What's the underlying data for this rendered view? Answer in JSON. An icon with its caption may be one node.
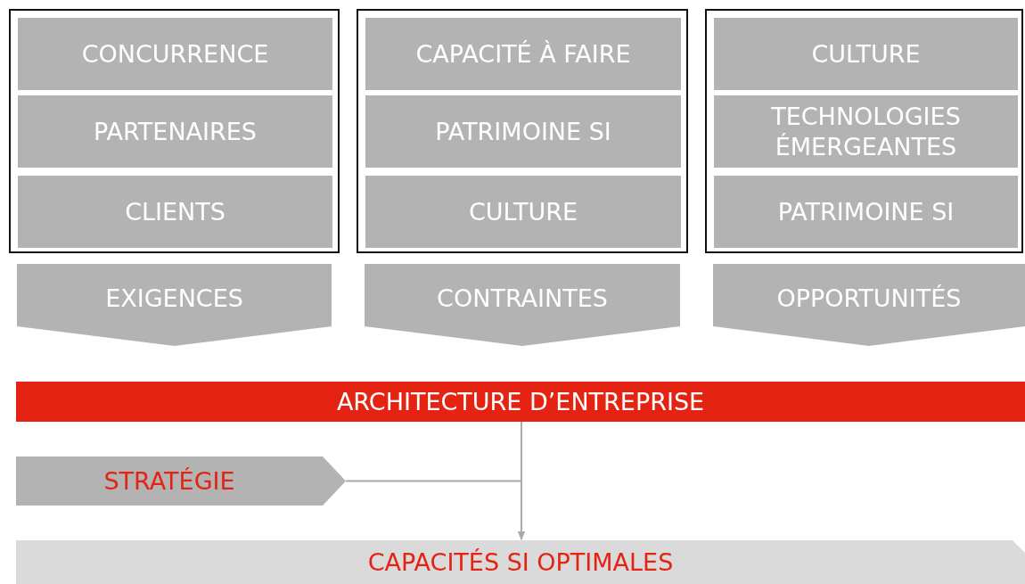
{
  "diagram": {
    "nodes": [
      {
        "text": [],
        "shape": "box"
      },
      {
        "text": [
          "CONCURRENCE"
        ],
        "in": 0
      },
      {
        "text": [
          "PARTENAIRES"
        ],
        "in": 0
      },
      {
        "text": [
          "CLIENTS"
        ],
        "in": 0
      },
      {
        "text": [],
        "shape": "box"
      },
      {
        "text": [
          "CAPACITÉ À FAIRE"
        ],
        "in": 4
      },
      {
        "text": [
          "PATRIMOINE SI"
        ],
        "in": 4
      },
      {
        "text": [
          "CULTURE"
        ],
        "in": 4
      },
      {
        "text": [],
        "shape": "box"
      },
      {
        "text": [
          "CULTURE"
        ],
        "in": 8
      },
      {
        "text": [
          "TECHNOLOGIES ÉMERGEANTES"
        ],
        "in": 8
      },
      {
        "text": [
          "PATRIMOINE SI"
        ],
        "in": 8
      },
      {
        "text": [
          "EXIGENCES"
        ]
      },
      {
        "text": [
          "CONTRAINTES"
        ]
      },
      {
        "text": [
          "OPPORTUNITÉS"
        ]
      },
      {
        "text": [
          "ARCHITECTURE D’ENTREPRISE"
        ]
      },
      {
        "text": [
          "STRATÉGIE"
        ]
      },
      {
        "text": [
          "CAPACITÉS SI OPTIMALES"
        ]
      }
    ],
    "edges": [
      {
        "from": 15,
        "to": 17,
        "arrow": "to"
      },
      {
        "from": 16,
        "to": 17,
        "arrow": "to"
      }
    ]
  }
}
